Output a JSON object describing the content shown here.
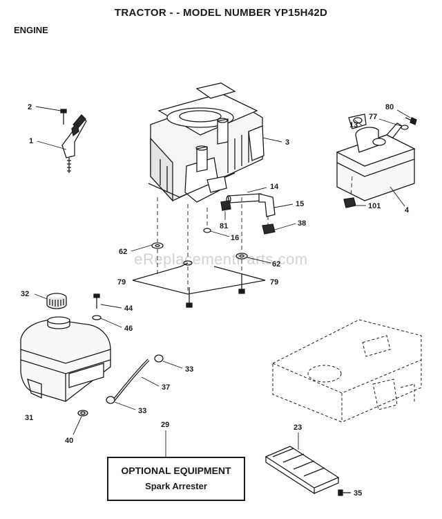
{
  "header": {
    "title": "TRACTOR - - MODEL NUMBER YP15H42D",
    "section": "ENGINE"
  },
  "watermark": "eReplacementParts.com",
  "callouts": [
    "2",
    "1",
    "3",
    "80",
    "77",
    "13",
    "14",
    "15",
    "101",
    "4",
    "81",
    "38",
    "16",
    "62",
    "62",
    "79",
    "79",
    "32",
    "44",
    "46",
    "33",
    "37",
    "31",
    "33",
    "40",
    "29",
    "23",
    "35"
  ],
  "optional_box": {
    "title": "OPTIONAL EQUIPMENT",
    "item": "Spark Arrester"
  }
}
